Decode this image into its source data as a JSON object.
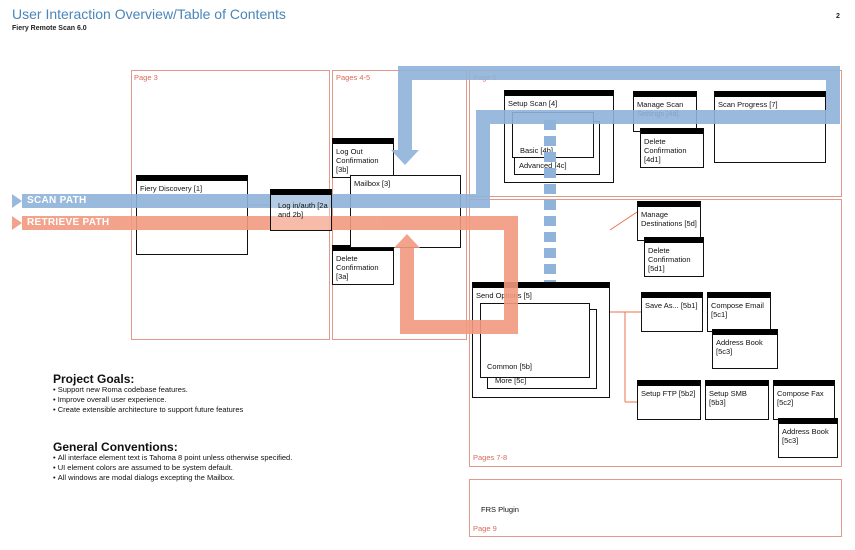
{
  "header": {
    "title": "User Interaction Overview/Table of Contents",
    "subtitle": "Fiery Remote Scan 6.0",
    "page_number": "2"
  },
  "colors": {
    "scan_path": "#8fb3d9",
    "retrieve_path": "#f29a80",
    "section_border": "#e09a8c",
    "section_label": "#d86a58",
    "title": "#4a86b8"
  },
  "paths": {
    "scan": "SCAN PATH",
    "retrieve": "RETRIEVE PATH"
  },
  "sections": {
    "page3": "Page 3",
    "pages45": "Pages 4-5",
    "page6": "Page 6",
    "pages78": "Pages 7-8",
    "page9": "Page 9"
  },
  "windows": {
    "fiery_discovery": "Fiery Discovery [1]",
    "login": "Log in/auth [2a and 2b]",
    "logout": "Log Out Confirmation [3b]",
    "mailbox": "Mailbox [3]",
    "delete_3a": "Delete Confirmation [3a]",
    "setup_scan": "Setup Scan [4]",
    "basic": "Basic [4b]",
    "advanced": "Advanced [4c]",
    "manage_scan": "Manage Scan Settings [4d]",
    "delete_4d1": "Delete Confirmation [4d1]",
    "scan_progress": "Scan Progress [7]",
    "manage_dest": "Manage Destinations [5d]",
    "delete_5d1": "Delete Confirmation [5d1]",
    "send_options": "Send Options [5]",
    "common": "Common [5b]",
    "more": "More [5c]",
    "save_as": "Save As... [5b1]",
    "compose_email": "Compose Email [5c1]",
    "address_book_5c3a": "Address Book [5c3]",
    "setup_ftp": "Setup FTP [5b2]",
    "setup_smb": "Setup SMB [5b3]",
    "compose_fax": "Compose Fax [5c2]",
    "address_book_5c3b": "Address Book [5c3]",
    "frs_plugin": "FRS Plugin"
  },
  "goals": {
    "heading": "Project Goals:",
    "items": [
      "Support new Roma codebase features.",
      "Improve overall user experience.",
      "Create extensible architecture to support future features"
    ]
  },
  "conventions": {
    "heading": "General Conventions:",
    "items": [
      "All interface element text is Tahoma 8 point unless otherwise specified.",
      "UI element colors are assumed to be system default.",
      "All windows are modal dialogs excepting the Mailbox."
    ]
  }
}
